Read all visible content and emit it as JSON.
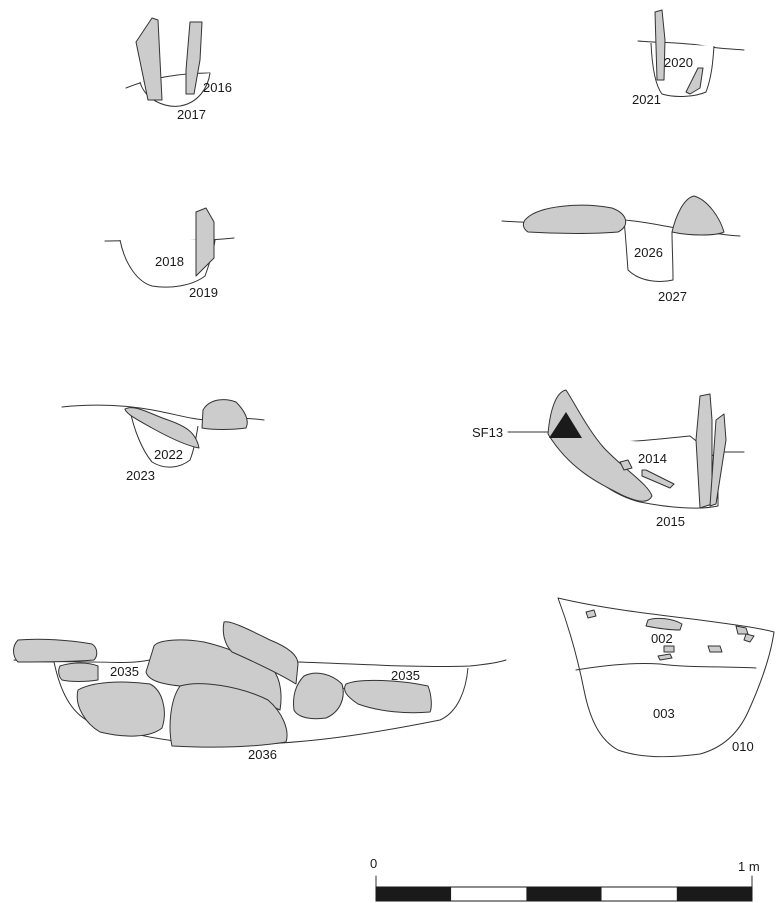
{
  "colors": {
    "stone": "#cccccc",
    "outline": "#333333",
    "find": "#1a1a1a",
    "background": "#ffffff"
  },
  "sections": {
    "s1": {
      "context_a": "2016",
      "context_b": "2017"
    },
    "s2": {
      "context_a": "2020",
      "context_b": "2021"
    },
    "s3": {
      "context_a": "2018",
      "context_b": "2019"
    },
    "s4": {
      "context_a": "2026",
      "context_b": "2027"
    },
    "s5": {
      "context_a": "2022",
      "context_b": "2023"
    },
    "s6": {
      "find_label": "SF13",
      "context_a": "2014",
      "context_b": "2015"
    },
    "s7": {
      "context_a": "2035",
      "context_b": "2035",
      "context_c": "2036"
    },
    "s8": {
      "context_a": "002",
      "context_b": "003",
      "context_c": "010"
    }
  },
  "scale": {
    "start_label": "0",
    "end_label": "1 m",
    "segments": 5
  }
}
